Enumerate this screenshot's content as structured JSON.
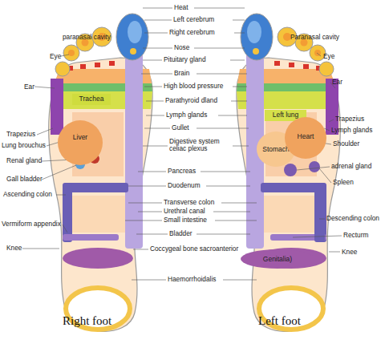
{
  "diagram": {
    "nodes": [
      {
        "text": [
          "Trachea"
        ]
      },
      {
        "text": [
          "Liver"
        ]
      },
      {
        "text": [
          "Left lung"
        ]
      },
      {
        "text": [
          "Stomach"
        ]
      },
      {
        "text": [
          "Heart"
        ]
      },
      {
        "text": [
          "Genitalia)"
        ]
      }
    ],
    "labels": [
      "Heat",
      "paranasal cavity",
      "Left cerebrum",
      "Paranasal cavity",
      "Right cerebrum",
      "Eye",
      "Eye",
      "Nose",
      "Pituitary gland",
      "Ear",
      "Ear",
      "Brain",
      "High blood pressure",
      "Parathyroid dland",
      "Lymph glands",
      "Trapezius",
      "Lymph glands",
      "Trapezius",
      "Gullet",
      "Lung brouchus",
      "Shoulder",
      "Digestive system celiac plexus",
      "Renal gland",
      "adrenal gland",
      "Pancreas",
      "Gall bladder",
      "Spleen",
      "Duodenum",
      "Ascending colon",
      "Transverse colon",
      "Urethral canal",
      "Small intestine",
      "Descending colon",
      "Vermiform appendix",
      "Bladder",
      "Recturm",
      "Knee",
      "Coccygeal bone sacroanterior",
      "Knee",
      "Haemorrhoidalis",
      "Right foot",
      "Left foot"
    ]
  }
}
